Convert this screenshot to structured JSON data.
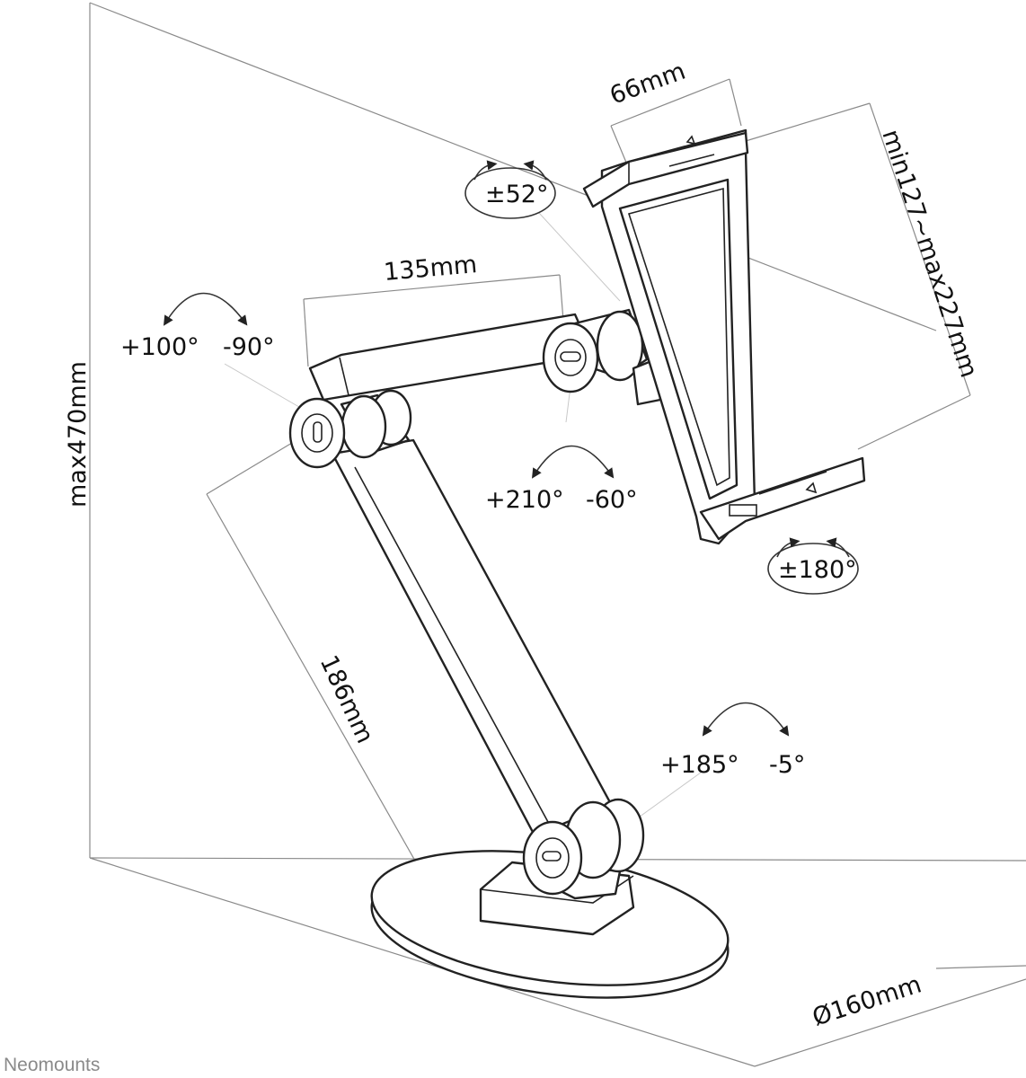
{
  "brand": "Neomounts",
  "dimensions": {
    "clamp_width": "66mm",
    "clamp_range": "min127~max227mm",
    "upper_arm": "135mm",
    "lower_arm": "186mm",
    "max_height": "max470mm",
    "base_diameter": "Ø160mm"
  },
  "rotations": {
    "clamp_tilt": "±52°",
    "clamp_rotate": "±180°",
    "elbow_up": "+100°",
    "elbow_down": "-90°",
    "head_up": "+210°",
    "head_down": "-60°",
    "base_up": "+185°",
    "base_down": "-5°"
  },
  "icons": {
    "rotate_arrow": "curved-double-arrow"
  }
}
